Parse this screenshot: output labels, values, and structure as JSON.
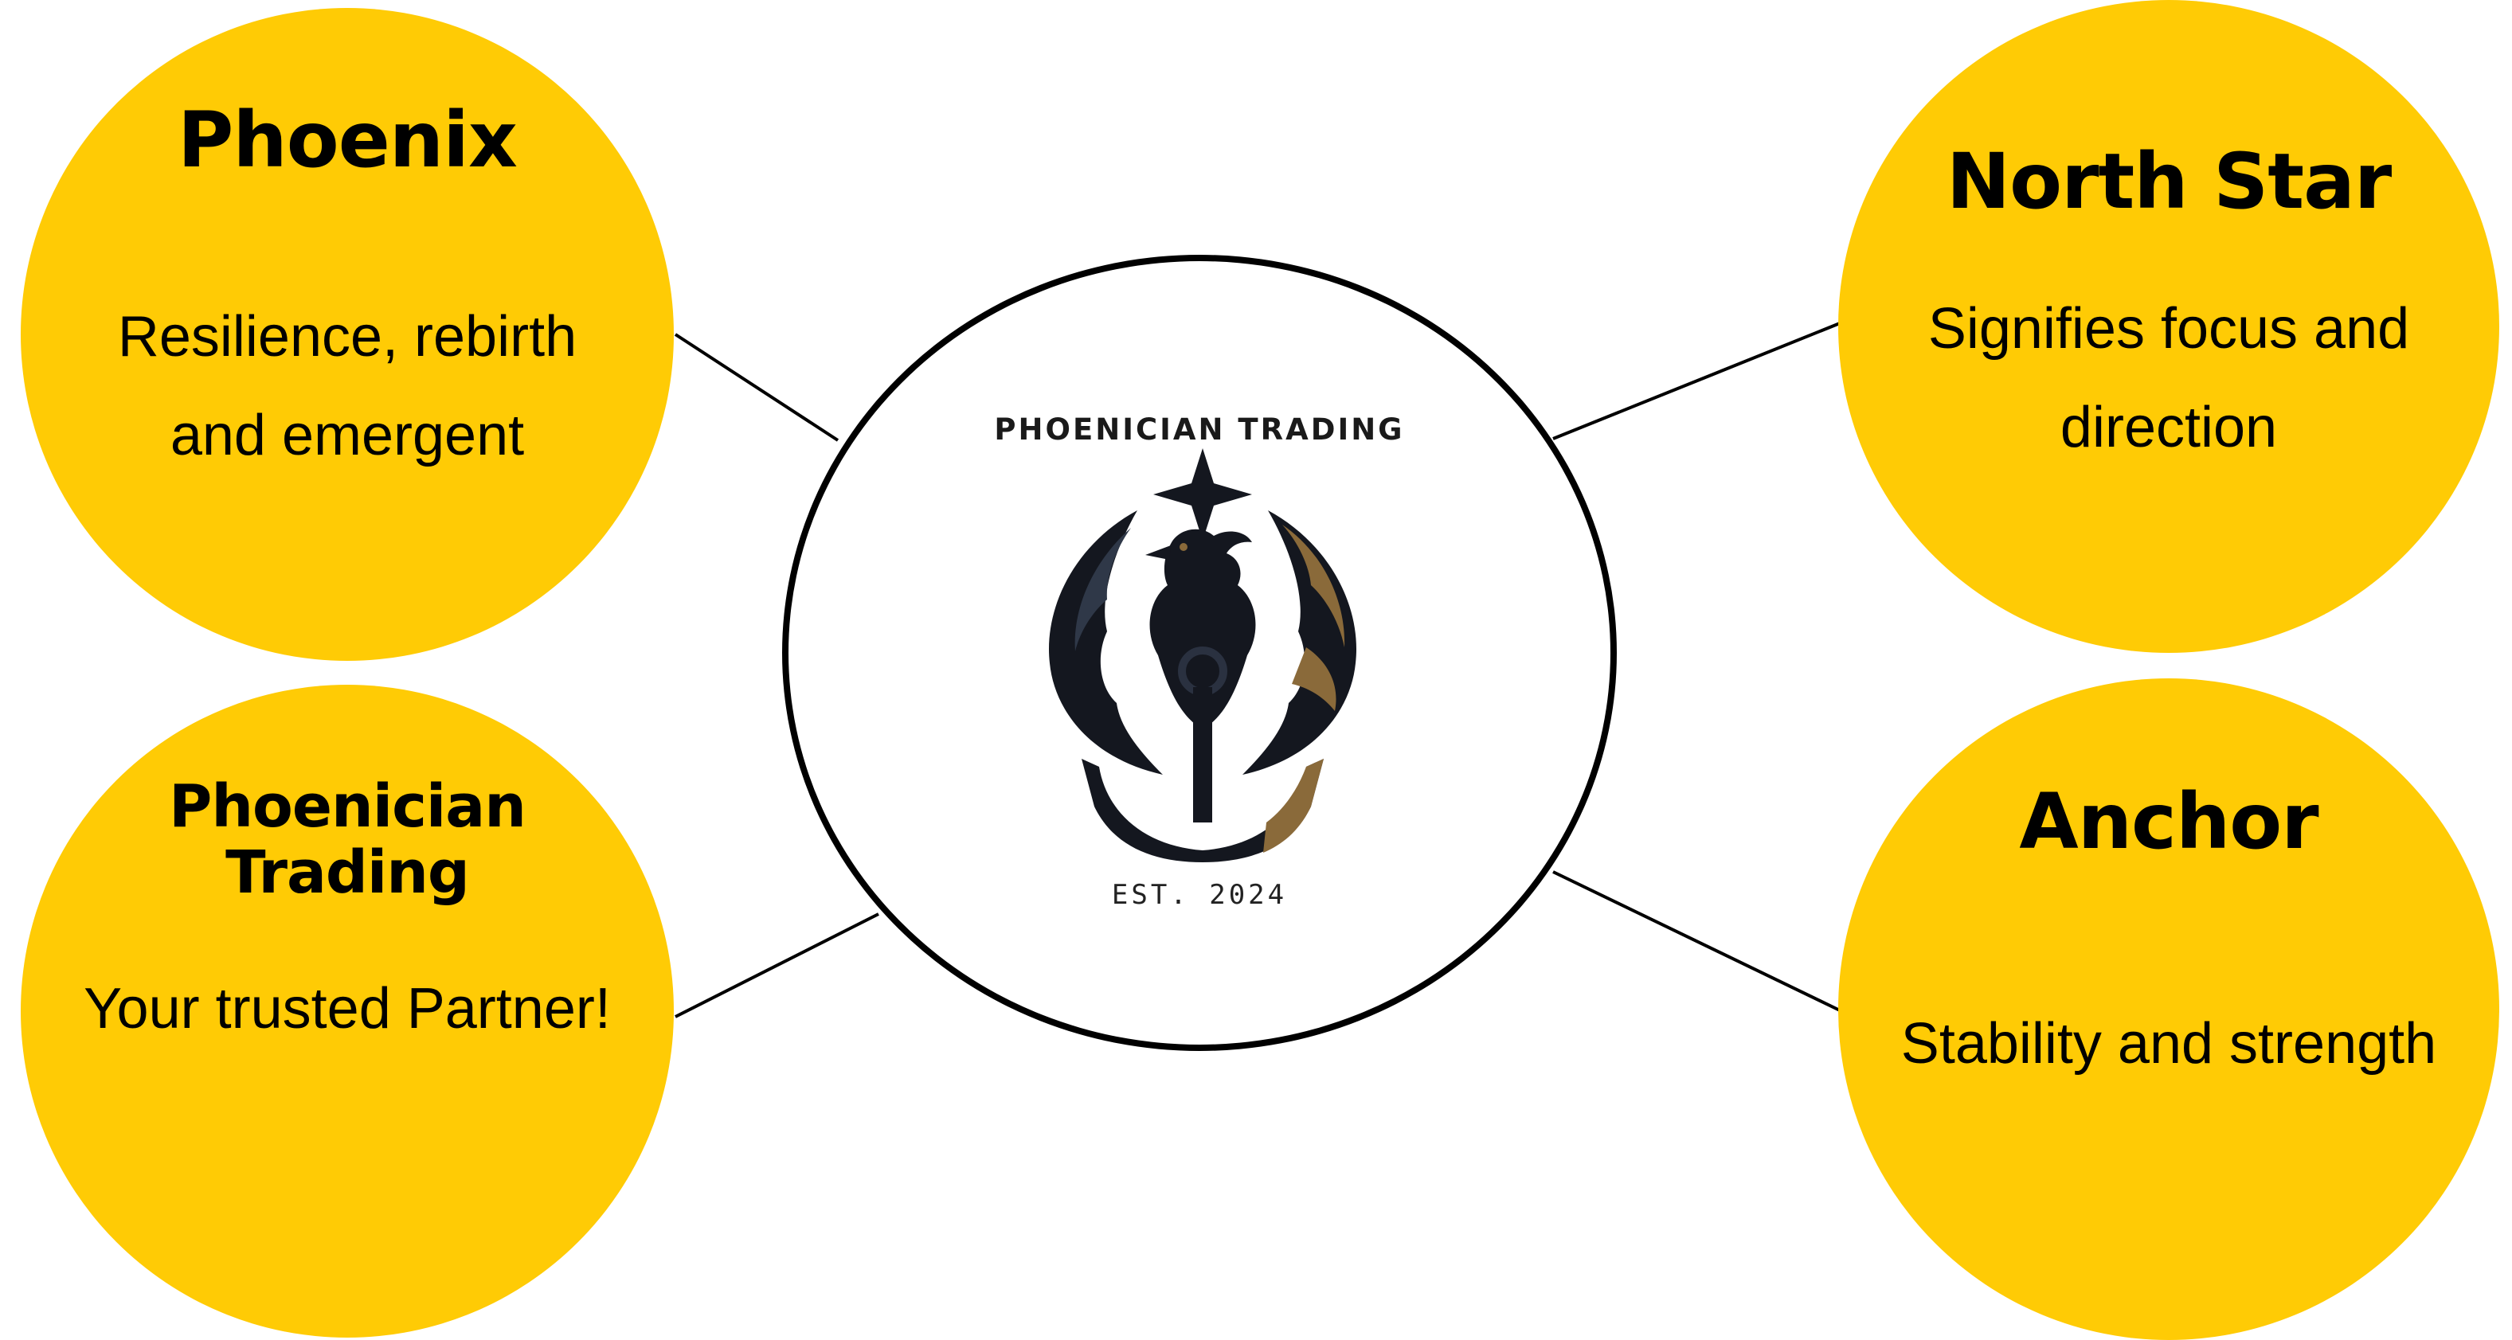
{
  "center": {
    "brand_name": "PHOENICIAN TRADING",
    "established": "EST. 2024",
    "logo_icon": "phoenix-anchor-star-logo"
  },
  "nodes": {
    "phoenix": {
      "title": "Phoenix",
      "description": "Resilience, rebirth and emergent"
    },
    "phoenician_trading": {
      "title": "Phoenician Trading",
      "description": "Your trusted Partner!"
    },
    "north_star": {
      "title": "North Star",
      "description": "Signifies focus and direction"
    },
    "anchor": {
      "title": "Anchor",
      "description": "Stability and strength"
    }
  },
  "colors": {
    "node_fill": "#FFCB05",
    "text": "#000000",
    "outline": "#000000",
    "logo_dark": "#14171f",
    "logo_gold": "#8a6a3a"
  }
}
